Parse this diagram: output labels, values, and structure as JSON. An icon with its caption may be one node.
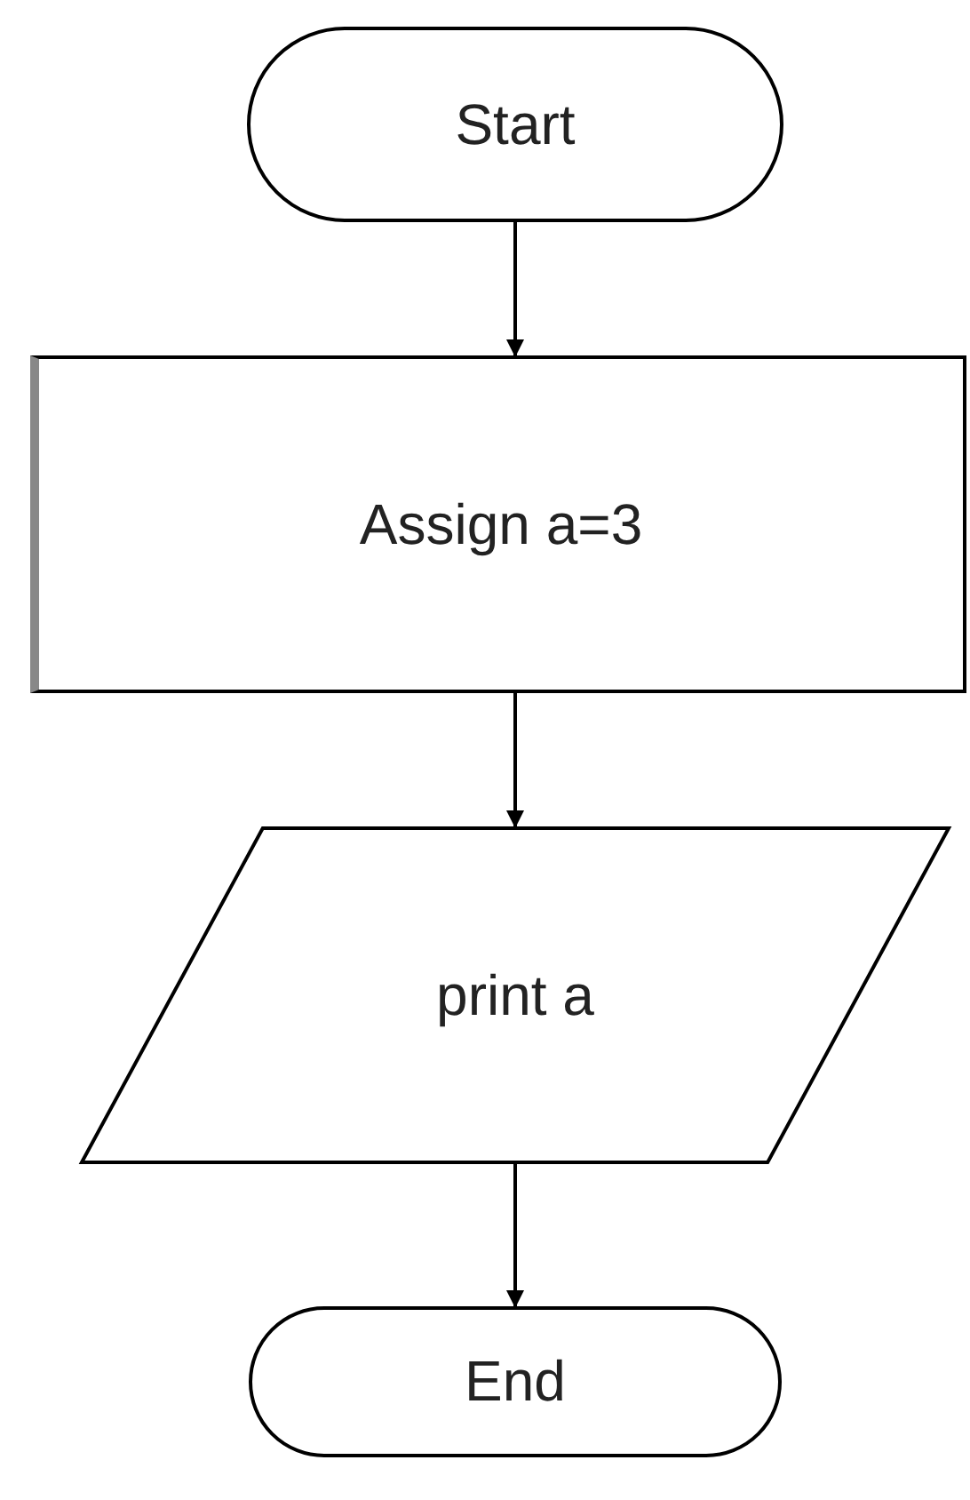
{
  "diagram": {
    "nodes": [
      {
        "text": [
          "Start"
        ]
      },
      {
        "text": [
          "Assign a=3"
        ]
      },
      {
        "text": [
          "print a"
        ]
      },
      {
        "text": [
          "End"
        ]
      }
    ],
    "edges": [
      {
        "from": 0,
        "to": 1,
        "arrow": "to"
      },
      {
        "from": 1,
        "to": 2,
        "arrow": "to"
      },
      {
        "from": 2,
        "to": 3,
        "arrow": "to"
      }
    ]
  }
}
